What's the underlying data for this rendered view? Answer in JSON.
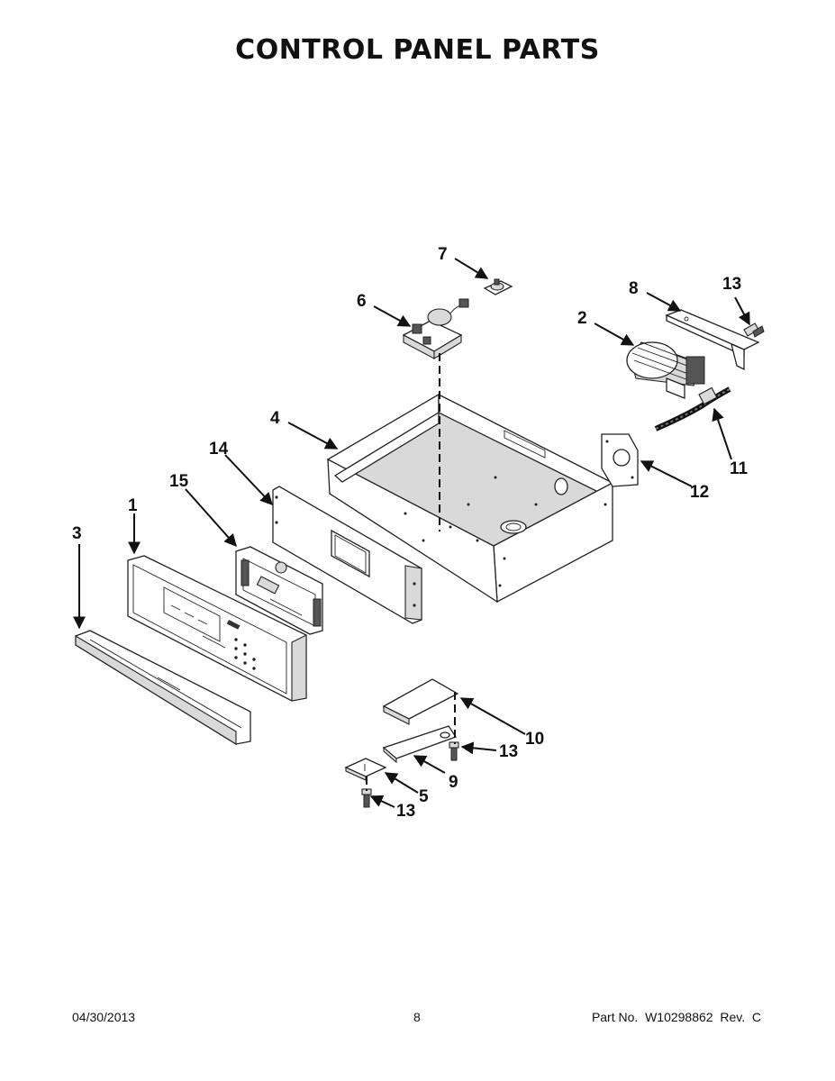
{
  "title": "CONTROL PANEL PARTS",
  "callouts": {
    "c1": "1",
    "c2": "2",
    "c3": "3",
    "c4": "4",
    "c5": "5",
    "c6": "6",
    "c7": "7",
    "c8": "8",
    "c9": "9",
    "c10": "10",
    "c11": "11",
    "c12": "12",
    "c13a": "13",
    "c13b": "13",
    "c13c": "13",
    "c14": "14",
    "c15": "15"
  },
  "footer": {
    "date": "04/30/2013",
    "page": "8",
    "part_number": "Part No.  W10298862  Rev.  C"
  }
}
